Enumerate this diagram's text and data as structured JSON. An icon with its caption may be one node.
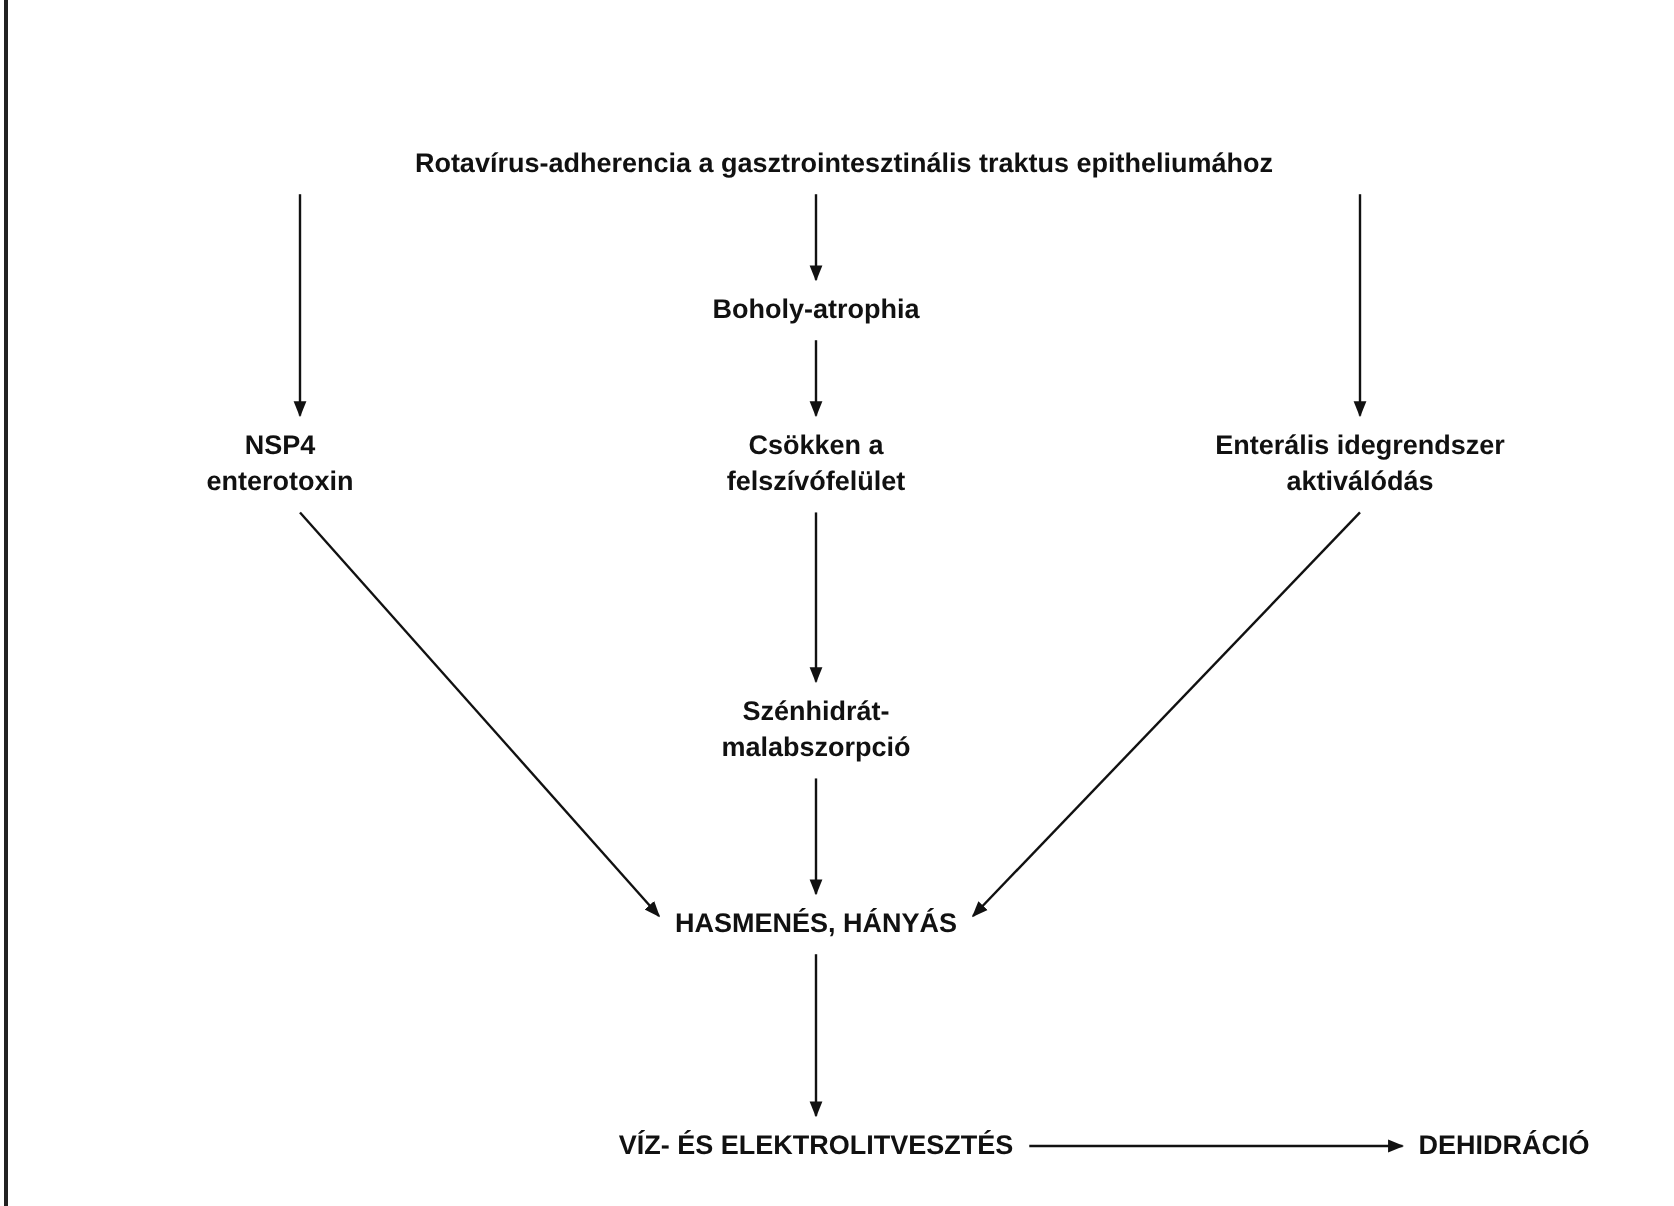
{
  "diagram": {
    "nodes": [
      {
        "text": [
          "Rotavírus-adherencia a gasztrointesztinális traktus epitheliumához"
        ]
      },
      {
        "text": [
          "Boholy-atrophia"
        ]
      },
      {
        "text": [
          "NSP4 enterotoxin"
        ]
      },
      {
        "text": [
          "Csökken a felszívófelület"
        ]
      },
      {
        "text": [
          "Enterális idegrendszer aktiválódás"
        ]
      },
      {
        "text": [
          "Szénhidrát-malabszorpció"
        ]
      },
      {
        "text": [
          "HASMENÉS, HÁNYÁS"
        ]
      },
      {
        "text": [
          "VÍZ- ÉS ELEKTROLITVESZTÉS"
        ]
      },
      {
        "text": [
          "DEHIDRÁCIÓ"
        ]
      }
    ],
    "edges": [
      {
        "from": 0,
        "to": 2,
        "arrow": "to"
      },
      {
        "from": 0,
        "to": 1,
        "arrow": "to"
      },
      {
        "from": 0,
        "to": 4,
        "arrow": "to"
      },
      {
        "from": 1,
        "to": 3,
        "arrow": "to"
      },
      {
        "from": 3,
        "to": 5,
        "arrow": "to"
      },
      {
        "from": 2,
        "to": 6,
        "arrow": "to"
      },
      {
        "from": 5,
        "to": 6,
        "arrow": "to"
      },
      {
        "from": 4,
        "to": 6,
        "arrow": "to"
      },
      {
        "from": 6,
        "to": 7,
        "arrow": "to"
      },
      {
        "from": 7,
        "to": 8,
        "arrow": "to"
      }
    ]
  }
}
